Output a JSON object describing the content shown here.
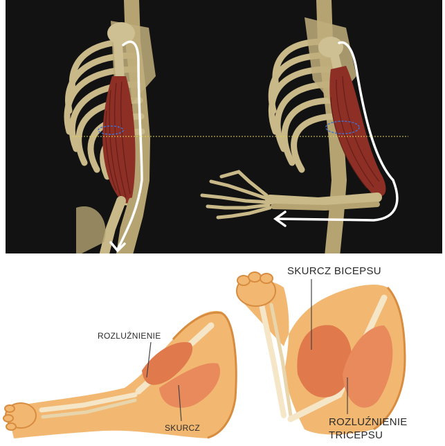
{
  "labels": {
    "relax": "ROZLUŹNIENIE",
    "contract": "SKURCZ",
    "biceps_contraction": "SKURCZ BICEPSU",
    "triceps_relax_line1": "ROZLUŹNIENIE",
    "triceps_relax_line2": "TRICEPSU"
  },
  "colors": {
    "bone": "#c9b988",
    "bone_dark": "#8f7e52",
    "muscle": "#8e2f26",
    "muscle_dark": "#5a1a15",
    "arrow": "#ffffff",
    "guide_line": "#e3d84a",
    "tendon_mark": "#3f6fd0",
    "skin": "#f2b872",
    "skin_dark": "#d88c3f",
    "muscle_illus": "#e07a4c",
    "background_top": "#121212"
  }
}
